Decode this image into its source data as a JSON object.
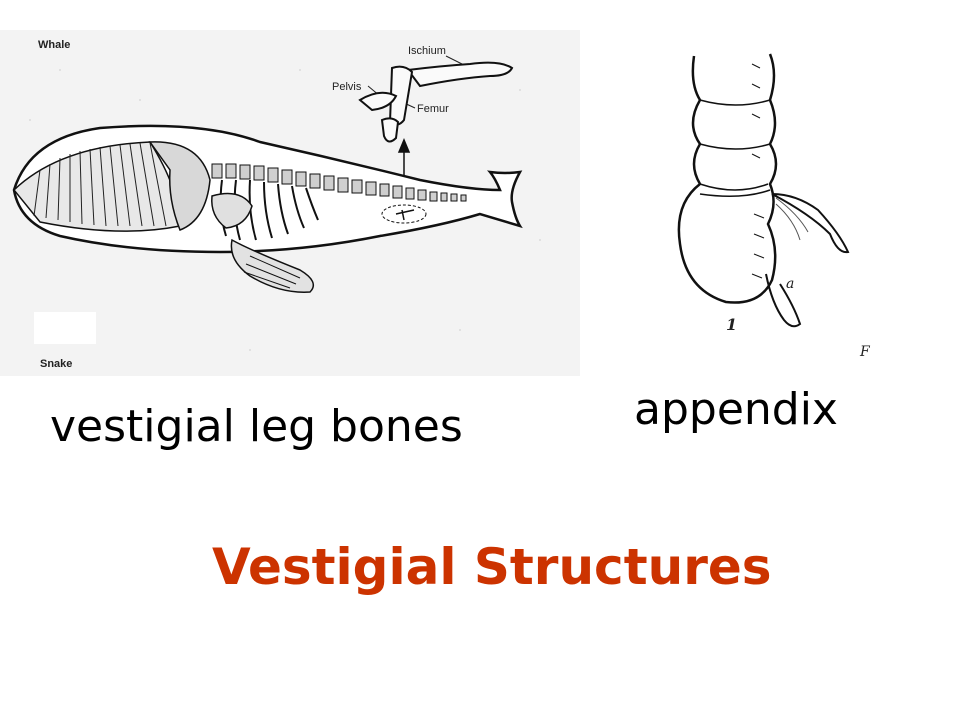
{
  "slide": {
    "title": "Vestigial Structures",
    "title_color": "#cc3300",
    "caption_left": "vestigial leg bones",
    "caption_right": "appendix"
  },
  "whale_figure": {
    "label_whale": "Whale",
    "label_snake": "Snake",
    "label_ischium": "Ischium",
    "label_pelvis": "Pelvis",
    "label_femur": "Femur"
  },
  "appendix_figure": {
    "label_a": "a",
    "label_1": "1",
    "label_corner": "F"
  }
}
